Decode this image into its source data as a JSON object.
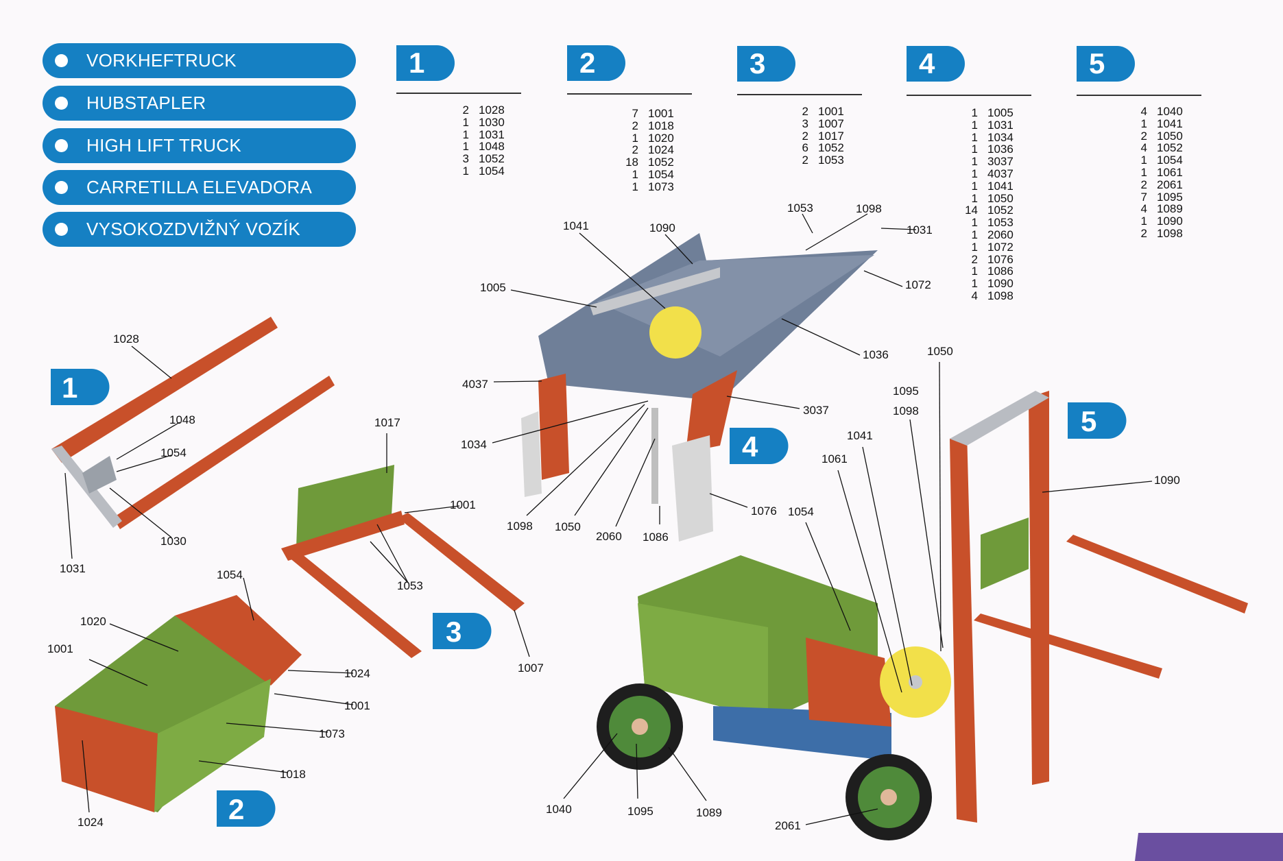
{
  "titles": [
    "VORKHEFTRUCK",
    "HUBSTAPLER",
    "HIGH LIFT TRUCK",
    "CARRETILLA ELEVADORA",
    "VYSOKOZDVIŽNÝ VOZÍK"
  ],
  "steps": [
    {
      "number": "1",
      "parts": [
        [
          "2",
          "1028"
        ],
        [
          "1",
          "1030"
        ],
        [
          "1",
          "1031"
        ],
        [
          "1",
          "1048"
        ],
        [
          "3",
          "1052"
        ],
        [
          "1",
          "1054"
        ]
      ]
    },
    {
      "number": "2",
      "parts": [
        [
          "7",
          "1001"
        ],
        [
          "2",
          "1018"
        ],
        [
          "1",
          "1020"
        ],
        [
          "2",
          "1024"
        ],
        [
          "18",
          "1052"
        ],
        [
          "1",
          "1054"
        ],
        [
          "1",
          "1073"
        ]
      ]
    },
    {
      "number": "3",
      "parts": [
        [
          "2",
          "1001"
        ],
        [
          "3",
          "1007"
        ],
        [
          "2",
          "1017"
        ],
        [
          "6",
          "1052"
        ],
        [
          "2",
          "1053"
        ]
      ]
    },
    {
      "number": "4",
      "parts": [
        [
          "1",
          "1005"
        ],
        [
          "1",
          "1031"
        ],
        [
          "1",
          "1034"
        ],
        [
          "1",
          "1036"
        ],
        [
          "1",
          "3037"
        ],
        [
          "1",
          "4037"
        ],
        [
          "1",
          "1041"
        ],
        [
          "1",
          "1050"
        ],
        [
          "14",
          "1052"
        ],
        [
          "1",
          "1053"
        ],
        [
          "1",
          "2060"
        ],
        [
          "1",
          "1072"
        ],
        [
          "2",
          "1076"
        ],
        [
          "1",
          "1086"
        ],
        [
          "1",
          "1090"
        ],
        [
          "4",
          "1098"
        ]
      ]
    },
    {
      "number": "5",
      "parts": [
        [
          "4",
          "1040"
        ],
        [
          "1",
          "1041"
        ],
        [
          "2",
          "1050"
        ],
        [
          "4",
          "1052"
        ],
        [
          "1",
          "1054"
        ],
        [
          "1",
          "1061"
        ],
        [
          "2",
          "2061"
        ],
        [
          "7",
          "1095"
        ],
        [
          "4",
          "1089"
        ],
        [
          "1",
          "1090"
        ],
        [
          "2",
          "1098"
        ]
      ]
    }
  ],
  "callouts": {
    "m1": [
      "1028",
      "1048",
      "1054",
      "1030",
      "1031"
    ],
    "m2": [
      "1054",
      "1020",
      "1001",
      "1024",
      "1001",
      "1073",
      "1018",
      "1024"
    ],
    "m3": [
      "1017",
      "1001",
      "1053",
      "1007"
    ],
    "m4": [
      "1041",
      "1090",
      "1053",
      "1098",
      "1031",
      "1005",
      "1072",
      "1036",
      "4037",
      "3037",
      "1034",
      "1098",
      "1050",
      "2060",
      "1086",
      "1076"
    ],
    "m5": [
      "1050",
      "1095",
      "1098",
      "1041",
      "1061",
      "1054",
      "1090",
      "1040",
      "1095",
      "1089",
      "2061"
    ]
  },
  "colors": {
    "blue": "#1580c3",
    "orange": "#c8502a",
    "green": "#6f9a3a",
    "steel": "#6f7f98",
    "yellow": "#f2e04a"
  }
}
